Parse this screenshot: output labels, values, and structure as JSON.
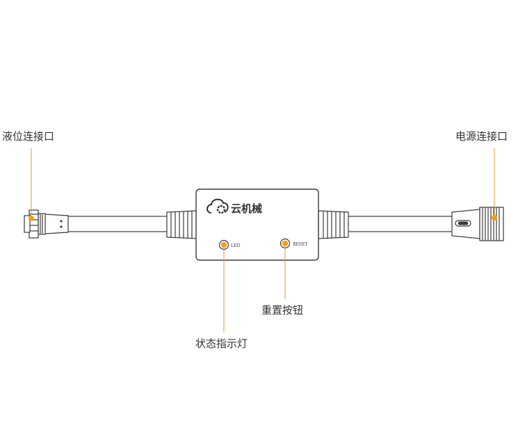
{
  "labels": {
    "level_port": "液位连接口",
    "power_port": "电源连接口",
    "reset_button": "重置按钮",
    "status_light": "状态指示灯"
  },
  "device": {
    "brand": "云机械",
    "led_label": "LED",
    "reset_label": "RESET"
  },
  "colors": {
    "accent": "#f0a020",
    "leader": "#e8952a",
    "outline": "#3a3a3a"
  }
}
